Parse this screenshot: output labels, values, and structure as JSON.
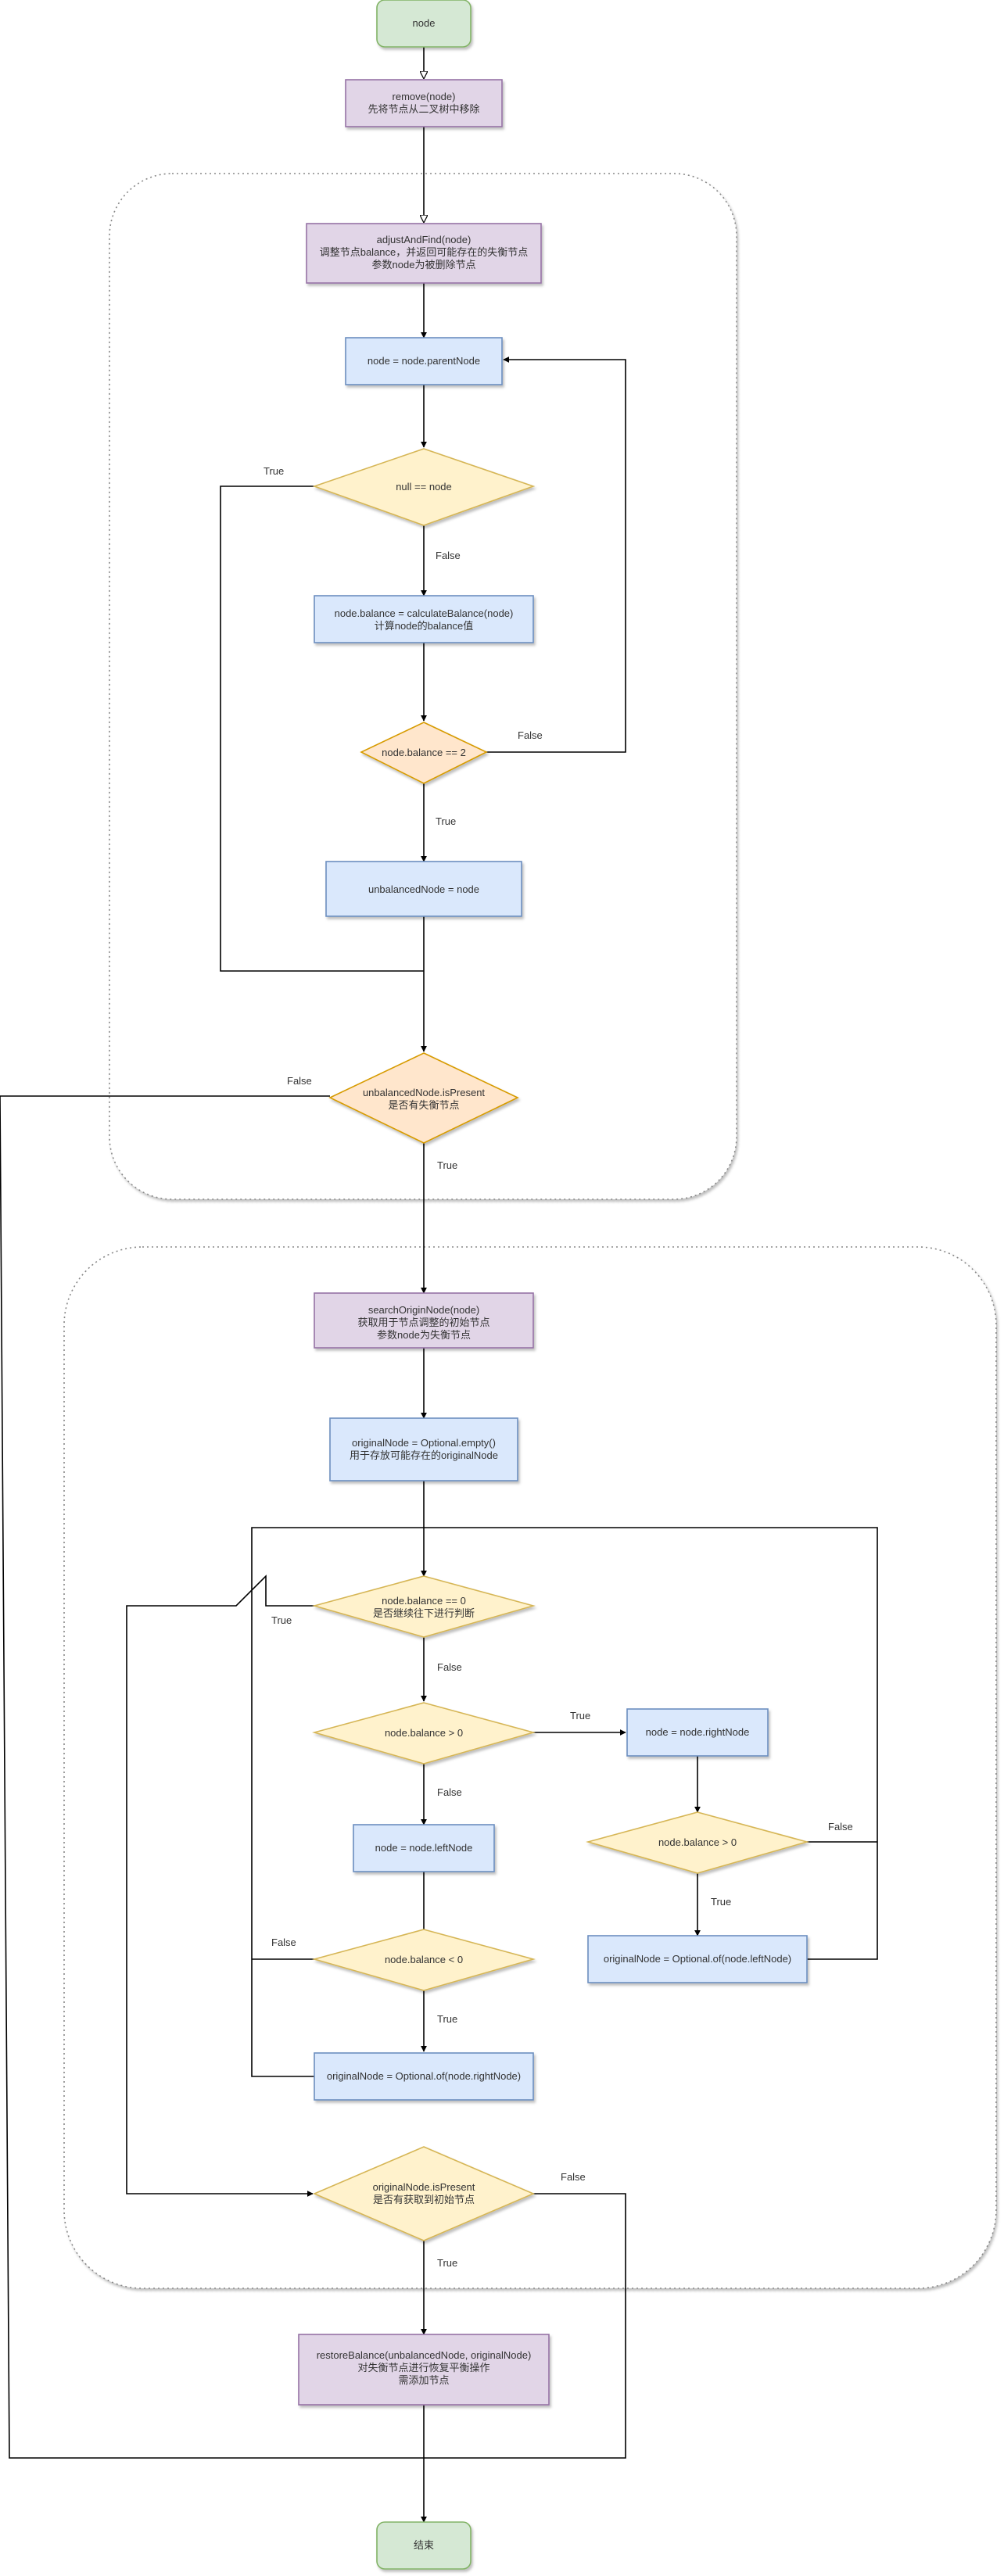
{
  "colors": {
    "terminal_fill": "#d5e8d4",
    "terminal_stroke": "#82b366",
    "process_fill": "#e1d5e7",
    "process_stroke": "#9673a6",
    "step_fill": "#dae8fc",
    "step_stroke": "#6c8ebf",
    "decision_fill": "#fff2cc",
    "decision_stroke": "#d6b656",
    "decision_alt_fill": "#ffe6cc",
    "decision_alt_stroke": "#d79b00"
  },
  "nodes": {
    "start": "node",
    "remove": [
      "remove(node)",
      "先将节点从二叉树中移除"
    ],
    "adjust_and_find": [
      "adjustAndFind(node)",
      "调整节点balance，并返回可能存在的失衡节点",
      "参数node为被删除节点"
    ],
    "parent_assign": "node = node.parentNode",
    "null_check": "null == node",
    "calc_balance": [
      "node.balance = calculateBalance(node)",
      "计算node的balance值"
    ],
    "balance_eq_2": "node.balance == 2",
    "unbalanced_assign": "unbalancedNode = node",
    "unbalanced_present": [
      "unbalancedNode.isPresent",
      "是否有失衡节点"
    ],
    "search_origin": [
      "searchOriginNode(node)",
      "获取用于节点调整的初始节点",
      "参数node为失衡节点"
    ],
    "original_empty": [
      "originalNode = Optional.empty()",
      "用于存放可能存在的originalNode"
    ],
    "balance_eq_0": [
      "node.balance == 0",
      "是否继续往下进行判断"
    ],
    "balance_gt_0": "node.balance > 0",
    "left_assign": "node = node.leftNode",
    "left_balance_lt_0": "node.balance < 0",
    "original_right": "originalNode = Optional.of(node.rightNode)",
    "right_assign": "node = node.rightNode",
    "right_balance_gt_0": "node.balance > 0",
    "original_left": "originalNode = Optional.of(node.leftNode)",
    "original_present": [
      "originalNode.isPresent",
      "是否有获取到初始节点"
    ],
    "restore": [
      "restoreBalance(unbalancedNode, originalNode)",
      "对失衡节点进行恢复平衡操作",
      "需添加节点"
    ],
    "end": "结束"
  },
  "edge_labels": {
    "null_true": "True",
    "null_false": "False",
    "balance2_false": "False",
    "balance2_true": "True",
    "unbalanced_false": "False",
    "unbalanced_true": "True",
    "eq0_true": "True",
    "eq0_false": "False",
    "gt0_true": "True",
    "gt0_false": "False",
    "right_false": "False",
    "right_true": "True",
    "left_false": "False",
    "left_true": "True",
    "present_false": "False",
    "present_true": "True"
  }
}
